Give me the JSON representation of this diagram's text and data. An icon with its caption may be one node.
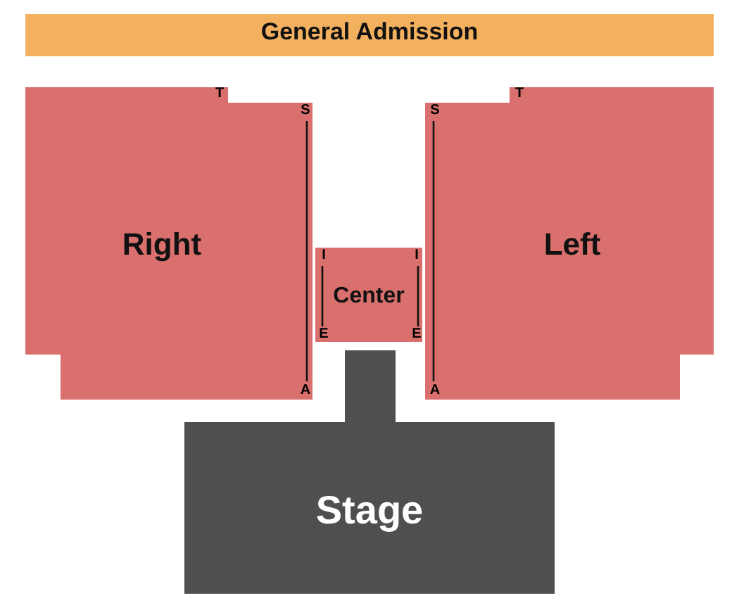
{
  "diagram": {
    "nodes": [
      {
        "text": [
          "General Admission"
        ]
      },
      {
        "text": [
          "Right"
        ]
      },
      {
        "text": [
          "Left"
        ]
      },
      {
        "text": [
          "Center"
        ]
      },
      {
        "text": [
          "Stage"
        ]
      }
    ],
    "labels": [
      "T",
      "T",
      "S",
      "S",
      "I",
      "I",
      "E",
      "E",
      "A",
      "A"
    ]
  }
}
